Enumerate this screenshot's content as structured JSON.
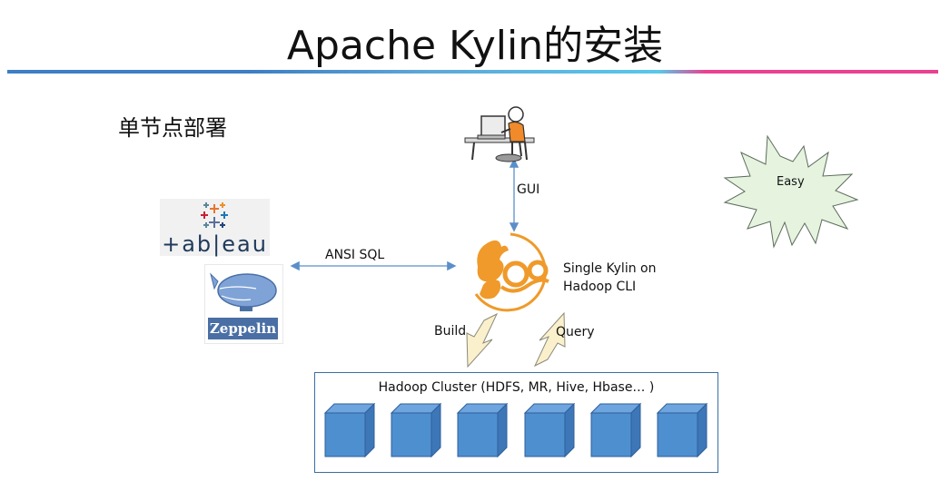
{
  "title": "Apache Kylin的安装",
  "subtitle": "单节点部署",
  "labels": {
    "gui": "GUI",
    "ansi_sql": "ANSI SQL",
    "kylin_line1": "Single  Kylin on",
    "kylin_line2": "Hadoop CLI",
    "build": "Build",
    "query": "Query",
    "easy": "Easy",
    "cluster": "Hadoop Cluster (HDFS, MR, Hive, Hbase… )"
  },
  "logos": {
    "tableau": "+ab|eau",
    "zeppelin": "Zeppelin"
  },
  "icons": {
    "user": "person-at-computer-icon",
    "kylin": "kylin-logo-icon",
    "cube": "cube-icon"
  },
  "colors": {
    "rule_blue": "#3d7ec4",
    "rule_cyan": "#58c8ea",
    "rule_pink": "#e9418f",
    "cube": "#4e8fd0",
    "kylin": "#ef9a2a",
    "star_fill": "#e5f3df",
    "arrow_fill": "#fbf0cc"
  }
}
